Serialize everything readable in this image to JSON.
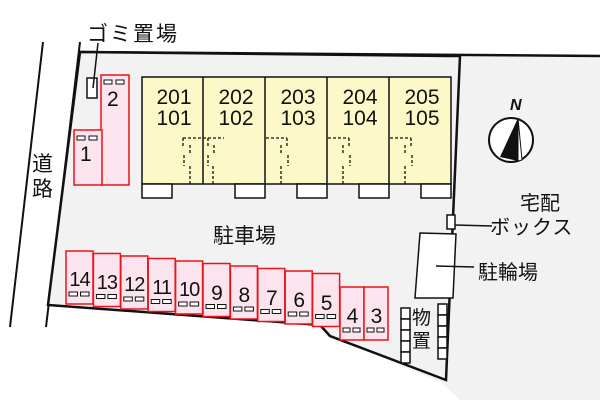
{
  "labels": {
    "garbage": "ゴミ置場",
    "road": [
      "道",
      "路"
    ],
    "parking": "駐車場",
    "delivery_box": [
      "宅配",
      "ボックス"
    ],
    "bicycle": "駐輪場",
    "storage": [
      "物",
      "置"
    ],
    "north": "N"
  },
  "units": [
    {
      "upper": "201",
      "lower": "101"
    },
    {
      "upper": "202",
      "lower": "102"
    },
    {
      "upper": "203",
      "lower": "103"
    },
    {
      "upper": "204",
      "lower": "104"
    },
    {
      "upper": "205",
      "lower": "105"
    }
  ],
  "parking_spaces": {
    "left": [
      "1",
      "2"
    ],
    "bottom": [
      "14",
      "13",
      "12",
      "11",
      "10",
      "9",
      "8",
      "7",
      "6",
      "5",
      "4",
      "3"
    ]
  },
  "colors": {
    "lot": "#f2f2f2",
    "building": "#fdf8c8",
    "parking_fill": "#fce4ee",
    "parking_stroke": "#e8141c",
    "line": "#111111"
  }
}
